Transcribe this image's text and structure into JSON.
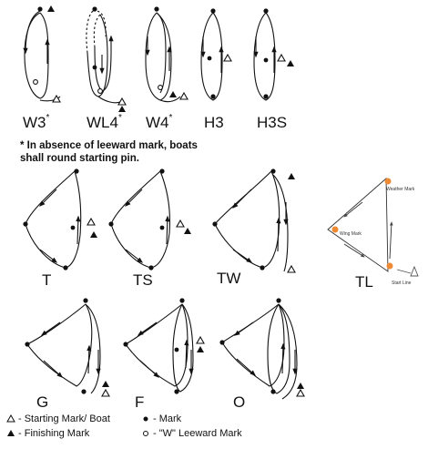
{
  "courses": {
    "W3": {
      "code": "W3",
      "star": "*"
    },
    "WL4": {
      "code": "WL4",
      "star": "*"
    },
    "W4": {
      "code": "W4",
      "star": "*"
    },
    "H3": {
      "code": "H3"
    },
    "H3S": {
      "code": "H3S"
    },
    "T": {
      "code": "T"
    },
    "TS": {
      "code": "TS"
    },
    "TW": {
      "code": "TW"
    },
    "TL": {
      "code": "TL"
    },
    "G": {
      "code": "G"
    },
    "F": {
      "code": "F"
    },
    "O": {
      "code": "O"
    }
  },
  "note": {
    "line1": "* In absence of leeward mark, boats",
    "line2": "shall round starting pin."
  },
  "tl_labels": {
    "weather": "Weather Mark",
    "wing": "Wing Mark",
    "start": "Start Line"
  },
  "legend": {
    "starting": "- Starting Mark/ Boat",
    "finishing": "- Finishing Mark",
    "mark": "- Mark",
    "w_leeward": "- \"W\" Leeward Mark"
  },
  "colors": {
    "line": "#111111",
    "tl_line": "#333333",
    "tl_mark": "#ee8a33"
  }
}
